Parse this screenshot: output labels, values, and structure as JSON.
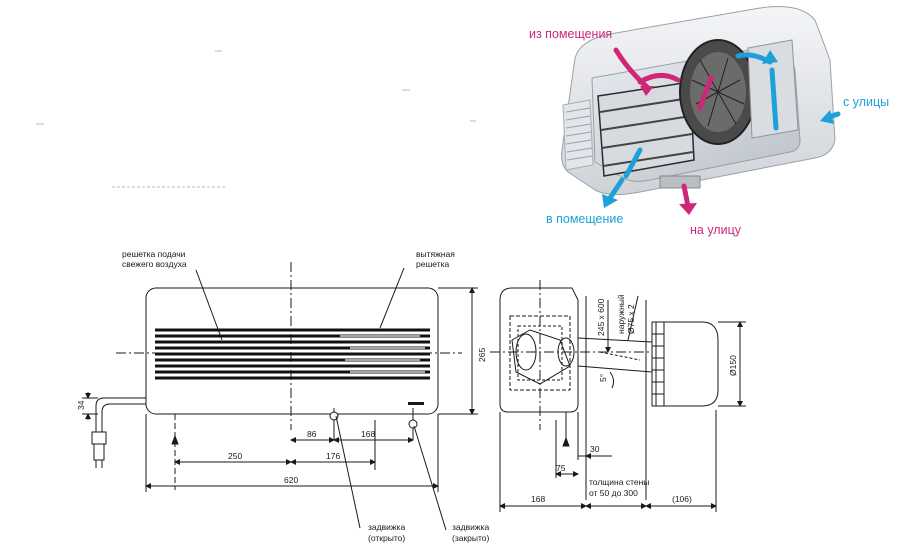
{
  "airflow_labels": {
    "from_room": "из помещения",
    "from_outside": "с улицы",
    "to_room": "в помещение",
    "to_outside": "на улицу"
  },
  "callouts": {
    "supply_grille": [
      "решетка подачи",
      "свежего воздуха"
    ],
    "exhaust_grille": [
      "вытяжная",
      "решетка"
    ],
    "damper_open": [
      "задвижка",
      "(открыто)"
    ],
    "damper_closed": [
      "задвижка",
      "(закрыто)"
    ],
    "wall_thickness": [
      "толщина стены",
      "от 50 до 300"
    ],
    "duct_outer": [
      "наружный",
      "Ø75 x 2"
    ]
  },
  "dimensions": {
    "d34": "34",
    "d86": "86",
    "d168_front": "168",
    "d250": "250",
    "d176": "176",
    "d620": "620",
    "d265": "265",
    "d245x600": "245 x 600",
    "d5deg": "5°",
    "d30": "30",
    "d75": "75",
    "d168_side": "168",
    "d106": "(106)",
    "d150": "Ø150"
  },
  "colors": {
    "intake_arrow": "#d0267a",
    "supply_arrow": "#1ea0d8",
    "line": "#1a1a1a",
    "grille": "#111111"
  }
}
